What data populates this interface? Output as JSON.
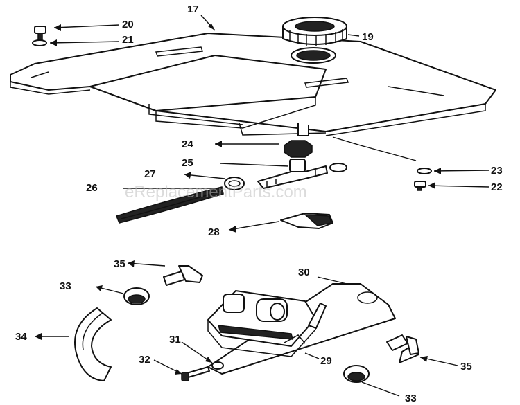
{
  "watermark": "eReplacementParts.com",
  "callouts": {
    "p17": "17",
    "p19": "19",
    "p20": "20",
    "p21": "21",
    "p22": "22",
    "p23": "23",
    "p24": "24",
    "p25": "25",
    "p26": "26",
    "p27": "27",
    "p28": "28",
    "p29": "29",
    "p30": "30",
    "p31": "31",
    "p32": "32",
    "p33a": "33",
    "p33b": "33",
    "p34": "34",
    "p35a": "35",
    "p35b": "35"
  }
}
